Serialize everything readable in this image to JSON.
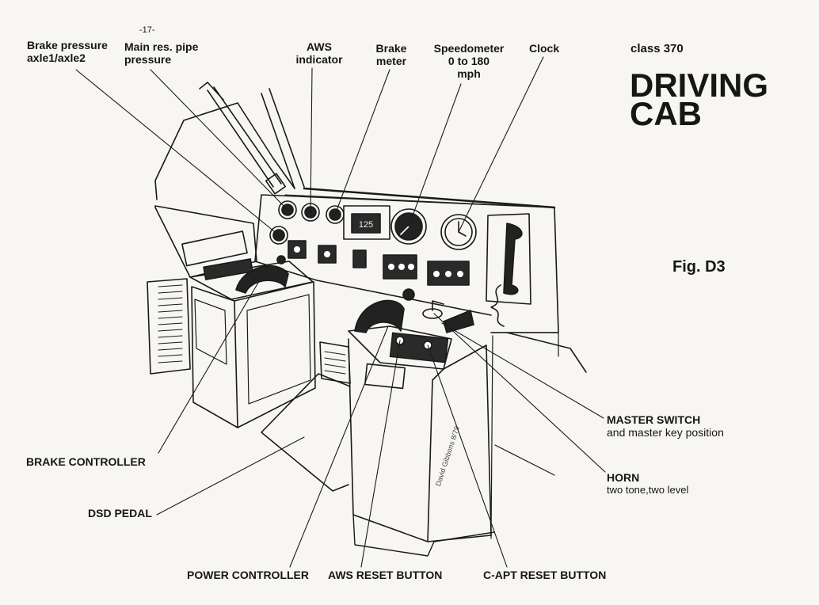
{
  "page_number": "-17-",
  "header": {
    "class_label": "class 370",
    "title_line1": "DRIVING",
    "title_line2": "CAB",
    "figure": "Fig. D3"
  },
  "labels": {
    "brake_pressure_1": "Brake pressure",
    "brake_pressure_2": "axle1/axle2",
    "main_res_1": "Main res. pipe",
    "main_res_2": "pressure",
    "aws_1": "AWS",
    "aws_2": "indicator",
    "brake_meter_1": "Brake",
    "brake_meter_2": "meter",
    "speedo_1": "Speedometer",
    "speedo_2": "0 to 180",
    "speedo_3": "mph",
    "clock": "Clock",
    "master_1": "MASTER SWITCH",
    "master_2": "and master key position",
    "horn_1": "HORN",
    "horn_2": "two tone,two level",
    "brake_controller": "BRAKE CONTROLLER",
    "dsd_pedal": "DSD PEDAL",
    "power_controller": "POWER CONTROLLER",
    "aws_reset": "AWS RESET BUTTON",
    "capt_reset": "C-APT RESET BUTTON"
  },
  "display_readout": "125",
  "signature": "David Gibbons 8/79"
}
